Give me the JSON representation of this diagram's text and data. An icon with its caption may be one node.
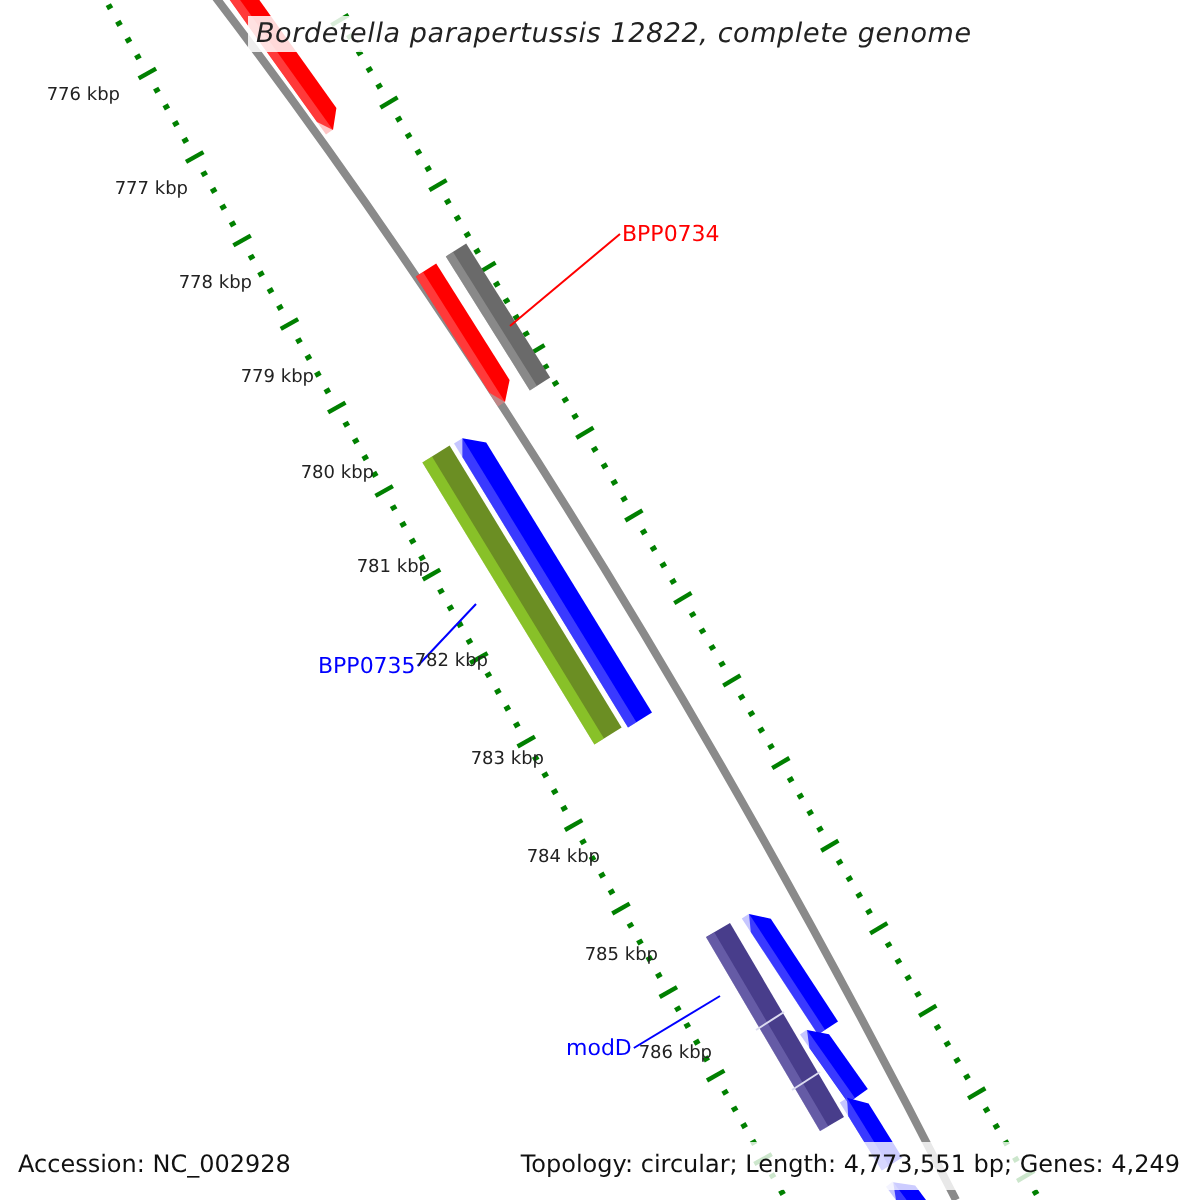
{
  "diagram": {
    "title": "Bordetella parapertussis 12822, complete genome",
    "nodes": [
      {
        "text": [
          "BPP0734"
        ]
      },
      {
        "text": [],
        "shape": "bar"
      },
      {
        "text": [
          "BPP0735"
        ]
      },
      {
        "text": [],
        "shape": "bar"
      },
      {
        "text": [
          "modD"
        ]
      },
      {
        "text": [],
        "shape": "bar"
      }
    ],
    "edges": [
      {
        "from": 0,
        "to": 1,
        "arrow": "none",
        "color": "#ff0000"
      },
      {
        "from": 2,
        "to": 3,
        "arrow": "none"
      },
      {
        "from": 4,
        "to": 5,
        "arrow": "none"
      }
    ],
    "labels": [
      "776 kbp",
      "777 kbp",
      "778 kbp",
      "779 kbp",
      "780 kbp",
      "781 kbp",
      "782 kbp",
      "783 kbp",
      "784 kbp",
      "785 kbp",
      "786 kbp",
      "Accession: NC_002928",
      "Topology: circular; Length: 4,773,551 bp; Genes: 4,249"
    ]
  }
}
